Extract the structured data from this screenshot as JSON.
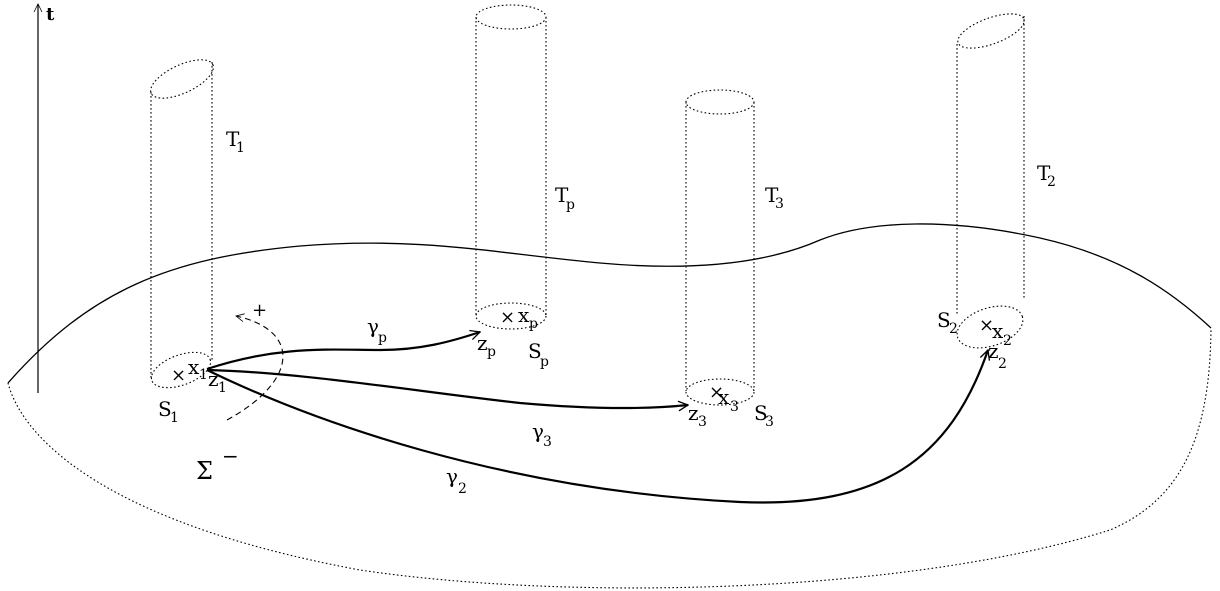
{
  "axis": {
    "time_label": "t"
  },
  "surface": {
    "label": "Σ",
    "superscript": "−"
  },
  "orientation": {
    "label": "+"
  },
  "tubes": [
    {
      "id": "1",
      "tube_label": "T",
      "tube_sub": "1",
      "disk_label": "S",
      "disk_sub": "1",
      "point_label": "x",
      "point_sub": "1",
      "base_label": "z",
      "base_sub": "1"
    },
    {
      "id": "p",
      "tube_label": "T",
      "tube_sub": "p",
      "disk_label": "S",
      "disk_sub": "p",
      "point_label": "x",
      "point_sub": "p",
      "base_label": "z",
      "base_sub": "p"
    },
    {
      "id": "3",
      "tube_label": "T",
      "tube_sub": "3",
      "disk_label": "S",
      "disk_sub": "3",
      "point_label": "x",
      "point_sub": "3",
      "base_label": "z",
      "base_sub": "3"
    },
    {
      "id": "2",
      "tube_label": "T",
      "tube_sub": "2",
      "disk_label": "S",
      "disk_sub": "2",
      "point_label": "x",
      "point_sub": "2",
      "base_label": "z",
      "base_sub": "2"
    }
  ],
  "paths": [
    {
      "label": "γ",
      "sub": "p"
    },
    {
      "label": "γ",
      "sub": "3"
    },
    {
      "label": "γ",
      "sub": "2"
    }
  ],
  "marker": "×"
}
